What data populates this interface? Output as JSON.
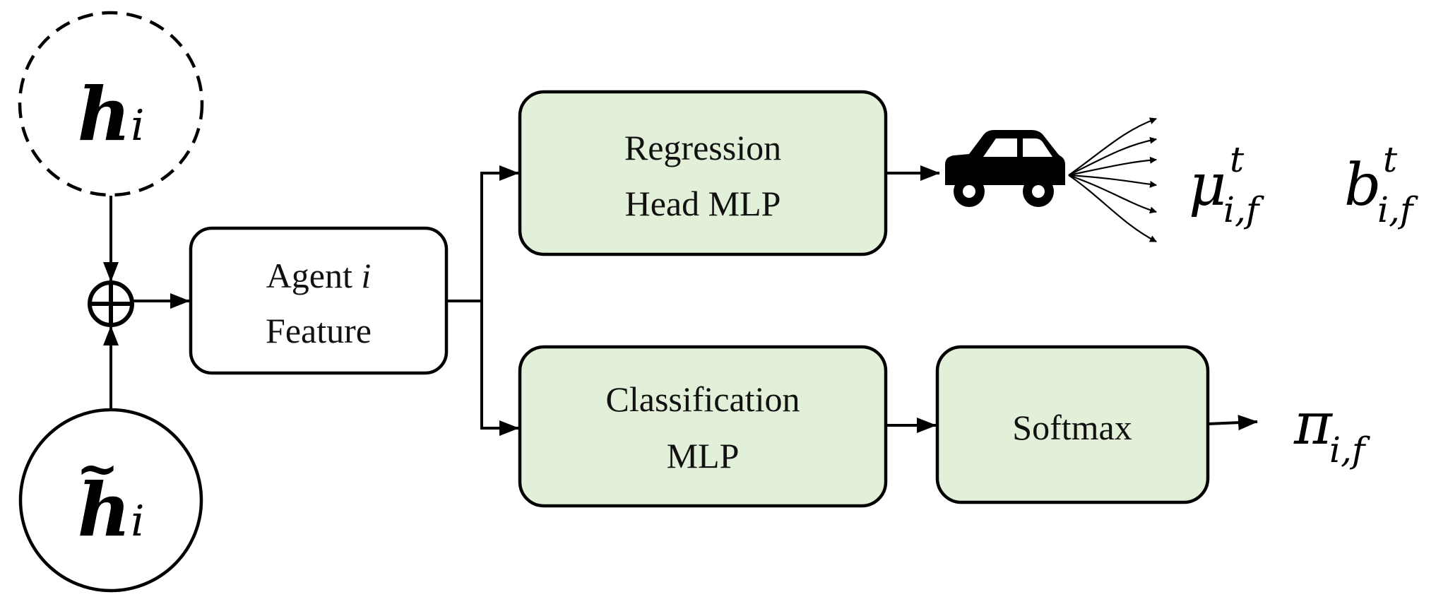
{
  "colors": {
    "block_fill": "#e2f0d9",
    "plain_fill": "#ffffff",
    "stroke": "#000000"
  },
  "nodes": {
    "h_top": {
      "symbol": "h",
      "subscript": "i",
      "border": "dashed"
    },
    "h_tilde": {
      "symbol": "h",
      "accent": "~",
      "subscript": "i",
      "border": "solid"
    },
    "combine": {
      "icon": "oplus-icon"
    },
    "agent_feature": {
      "line1_text": "Agent ",
      "line1_var": "i",
      "line2": "Feature"
    },
    "regression": {
      "line1": "Regression",
      "line2": "Head MLP"
    },
    "classification": {
      "line1": "Classification",
      "line2": "MLP"
    },
    "softmax": {
      "label": "Softmax"
    }
  },
  "icons": {
    "vehicle": "car-icon",
    "trajectories": "trajectory-fan-icon"
  },
  "outputs": {
    "mu": {
      "symbol": "μ",
      "sup": "t",
      "sub": "i,f"
    },
    "b": {
      "symbol": "b",
      "sup": "t",
      "sub": "i,f"
    },
    "pi": {
      "symbol": "π",
      "sub": "i,f"
    }
  }
}
